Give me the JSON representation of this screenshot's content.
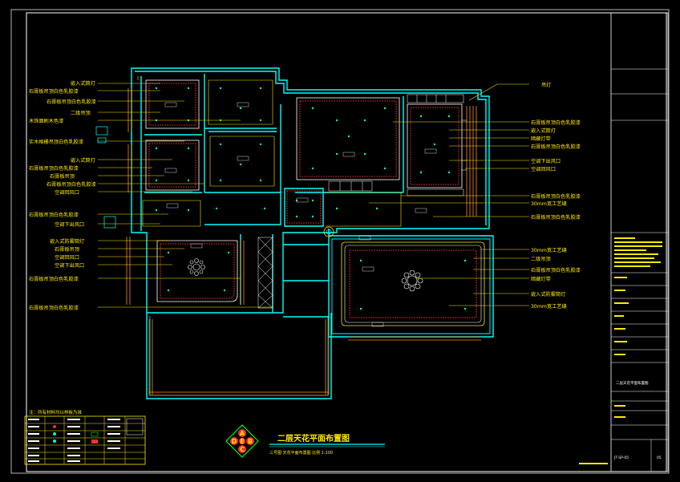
{
  "drawing": {
    "title": "二层天花平面布置图",
    "scale_line": "三号图  天花平面布置图  比例 1:100"
  },
  "annotations_left": [
    "嵌入式筒灯",
    "石膏板吊顶白色乳胶漆",
    "石膏板吊顶白色乳胶漆",
    "二级吊顶",
    "木饰面刷木色漆",
    "实木格栅吊顶白色乳胶漆",
    "嵌入式筒灯",
    "石膏板吊顶白色乳胶漆",
    "石膏板吊顶",
    "石膏板吊顶白色乳胶漆",
    "空调回风口",
    "石膏板吊顶白色乳胶漆",
    "空调下出风口",
    "嵌入式防雾筒灯",
    "石膏板吊顶",
    "空调回风口",
    "空调下出风口",
    "石膏板吊顶白色乳胶漆",
    "石膏板吊顶白色乳胶漆"
  ],
  "annotations_right": [
    "吊灯",
    "石膏板吊顶白色乳胶漆",
    "嵌入式筒灯",
    "暗藏灯带",
    "石膏板吊顶白色乳胶漆",
    "空调下出风口",
    "空调回风口",
    "石膏板吊顶白色乳胶漆",
    "30mm宽工艺缝",
    "石膏板吊顶白色乳胶漆",
    "30mm宽工艺缝",
    "二级吊顶",
    "石膏板吊顶白色乳胶漆",
    "暗藏灯带",
    "嵌入式防雾筒灯",
    "30mm宽工艺缝"
  ],
  "legend": {
    "title": "注：所有材料均以样板为准"
  },
  "logo_letters": [
    "A",
    "B",
    "C",
    "D",
    "E"
  ],
  "title_block": {
    "drawing_name": "二层天花平面布置图",
    "sheet_no": "JT-SP-05",
    "page": "05"
  },
  "colors": {
    "wall": "#00ffff",
    "annotation": "#ffea00",
    "ceiling_line": "#ff3030",
    "accent_orange": "#ff8c1a",
    "fixture": "#00ffc8",
    "room_white": "#ffffff"
  }
}
